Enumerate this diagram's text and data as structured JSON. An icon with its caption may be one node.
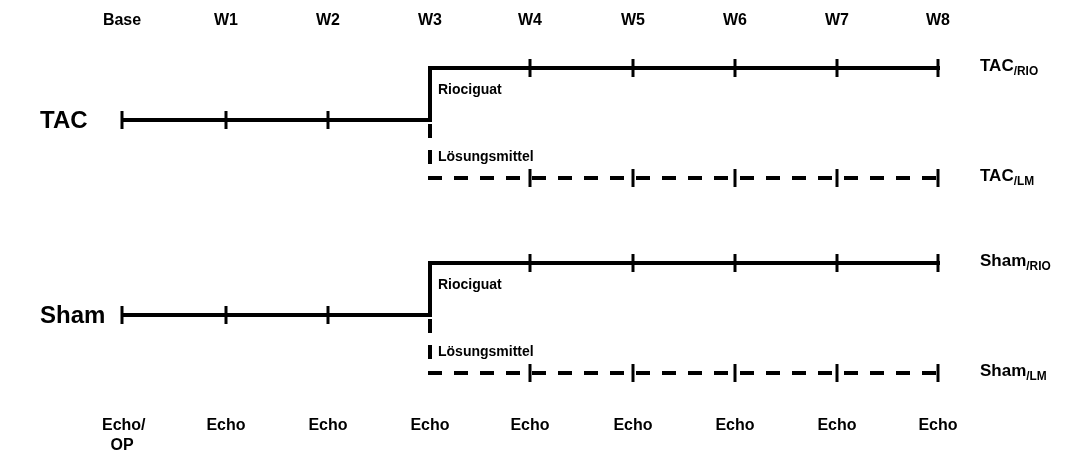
{
  "diagram": {
    "nodes": [
      {
        "text": [
          "TAC"
        ]
      },
      {
        "text": [
          "TAC$_{/RIO}$"
        ]
      },
      {
        "text": [
          "TAC$_{/LM}$"
        ]
      },
      {
        "text": [
          "Sham"
        ]
      },
      {
        "text": [
          "Sham$_{/RIO}$"
        ]
      },
      {
        "text": [
          "Sham$_{/LM}$"
        ]
      }
    ],
    "edges": [
      {
        "from": 0,
        "to": 1,
        "arrow": "none",
        "label": "Riociguat"
      },
      {
        "from": 0,
        "to": 2,
        "arrow": "none",
        "label": "Lösungsmittel",
        "style": "dashed"
      },
      {
        "from": 3,
        "to": 4,
        "arrow": "none",
        "label": "Riociguat"
      },
      {
        "from": 3,
        "to": 5,
        "arrow": "none",
        "label": "Lösungsmittel",
        "style": "dashed"
      }
    ],
    "labels": [
      "Base",
      "W1",
      "W2",
      "W3",
      "W4",
      "W5",
      "W6",
      "W7",
      "W8",
      "Echo/ OP",
      "Echo",
      "Echo",
      "Echo",
      "Echo",
      "Echo",
      "Echo",
      "Echo",
      "Echo"
    ]
  }
}
